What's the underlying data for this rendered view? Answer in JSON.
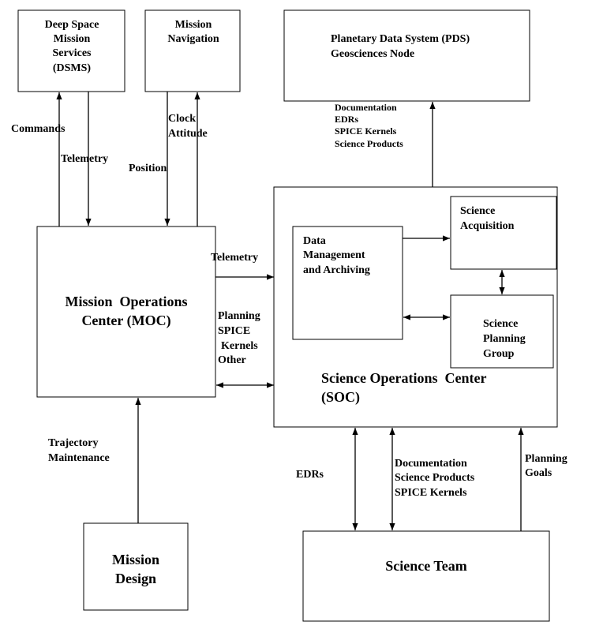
{
  "boxes": {
    "dsms": [
      "Deep Space",
      "Mission",
      "Services",
      "(DSMS)"
    ],
    "navigation": [
      "Mission",
      "Navigation"
    ],
    "pds": [
      "Planetary Data System (PDS)",
      "Geosciences Node"
    ],
    "moc": [
      "Mission  Operations",
      "Center (MOC)"
    ],
    "soc": [
      "Science Operations  Center",
      "(SOC)"
    ],
    "data_mgmt": [
      "Data",
      "Management",
      "and Archiving"
    ],
    "science_acquisition": [
      "Science",
      "Acquisition"
    ],
    "science_planning": [
      "Science",
      "Planning",
      "Group"
    ],
    "mission_design": [
      "Mission",
      "Design"
    ],
    "science_team": [
      "Science Team"
    ]
  },
  "labels": {
    "pds_flow": [
      "Documentation",
      "EDRs",
      "SPICE  Kernels",
      "Science Products"
    ],
    "commands": "Commands",
    "telemetry_dsms": "Telemetry",
    "position": "Position",
    "clock_attitude": [
      "Clock",
      "Attitude"
    ],
    "telemetry_moc_soc": "Telemetry",
    "planning_flow": [
      "Planning",
      "SPICE",
      "Kernels",
      "Other"
    ],
    "trajectory": [
      "Trajectory",
      "Maintenance"
    ],
    "edrs": "EDRs",
    "team_flow": [
      "Documentation",
      "Science Products",
      "SPICE Kernels"
    ],
    "planning_goals": [
      "Planning",
      "Goals"
    ]
  }
}
